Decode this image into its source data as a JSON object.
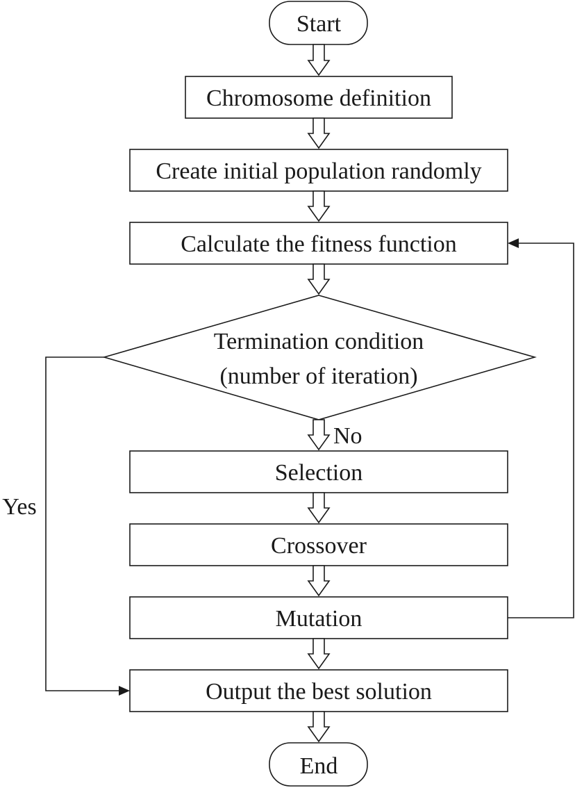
{
  "flowchart": {
    "start": "Start",
    "chromosome_definition": "Chromosome definition",
    "create_population": "Create initial population randomly",
    "calculate_fitness": "Calculate the fitness function",
    "termination_line1": "Termination condition",
    "termination_line2": "(number of iteration)",
    "no_label": "No",
    "yes_label": "Yes",
    "selection": "Selection",
    "crossover": "Crossover",
    "mutation": "Mutation",
    "output_best": "Output the best solution",
    "end": "End"
  },
  "colors": {
    "stroke": "#1a1a1a",
    "background": "#ffffff"
  }
}
